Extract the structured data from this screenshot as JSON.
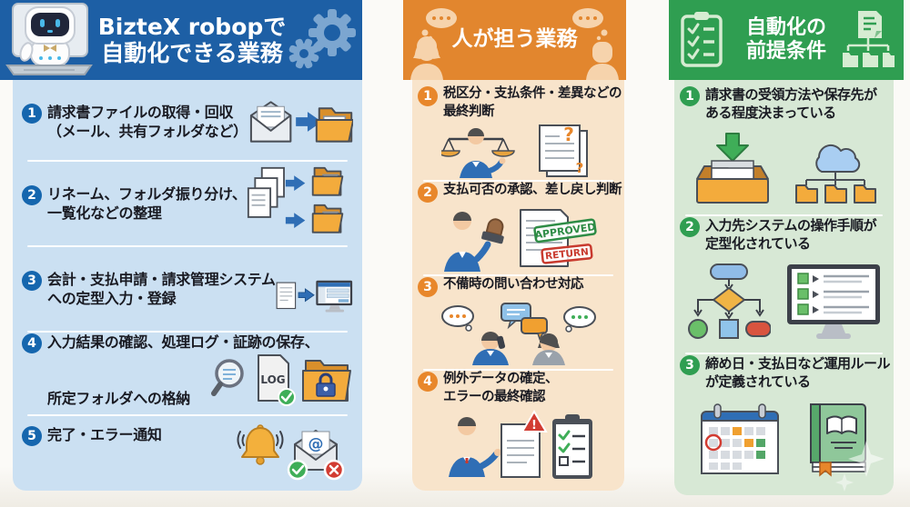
{
  "page": {
    "background": "#fbfaf7",
    "text_color": "#191a22"
  },
  "columns": [
    {
      "title_lines": [
        "BizteX robopで",
        "自動化できる業務"
      ],
      "accent": "#1d5fa5",
      "panel_bg": "#cbe0f2",
      "badge_bg": "#1566ae",
      "header_icons": [
        "robot-laptop-icon",
        "gears-icon"
      ],
      "items": [
        {
          "num": "1",
          "lines": [
            "請求書ファイルの取得・回収",
            "（メール、共有フォルダなど）"
          ],
          "icons": [
            "open-envelope-icon",
            "arrow-right-icon",
            "folder-icon"
          ]
        },
        {
          "num": "2",
          "lines": [
            "リネーム、フォルダ振り分け、",
            "一覧化などの整理"
          ],
          "icons": [
            "document-stack-icon",
            "arrow-right-icon",
            "folder-with-doc-icon"
          ]
        },
        {
          "num": "3",
          "lines": [
            "会計・支払申請・請求管理システム",
            "への定型入力・登録"
          ],
          "icons": [
            "document-icon",
            "arrow-right-icon",
            "system-form-monitor-icon"
          ]
        },
        {
          "num": "4",
          "lines": [
            "入力結果の確認、処理ログ・証跡の保存、",
            "所定フォルダへの格納"
          ],
          "icons": [
            "magnifier-icon",
            "log-file-icon",
            "locked-folder-icon"
          ],
          "log_label": "LOG"
        },
        {
          "num": "5",
          "lines": [
            "完了・エラー通知"
          ],
          "icons": [
            "bell-icon",
            "email-status-icon"
          ],
          "at_label": "@"
        }
      ]
    },
    {
      "title_lines": [
        "人が担う業務"
      ],
      "accent": "#e2862e",
      "panel_bg": "#f8e4cb",
      "badge_bg": "#e8872b",
      "header_icons": [
        "female-silhouette-icon",
        "male-silhouette-icon",
        "thought-bubble-icon"
      ],
      "items": [
        {
          "num": "1",
          "lines": [
            "税区分・支払条件・差異などの",
            "最終判断"
          ],
          "icons": [
            "scales-person-icon",
            "question-documents-icon"
          ],
          "question_marks": [
            "?",
            "?"
          ]
        },
        {
          "num": "2",
          "lines": [
            "支払可否の承認、差し戻し判断"
          ],
          "icons": [
            "stamp-person-icon",
            "stamped-document-icon"
          ],
          "stamp_labels": [
            "APPROVED",
            "RETURN"
          ]
        },
        {
          "num": "3",
          "lines": [
            "不備時の問い合わせ対応"
          ],
          "icons": [
            "speech-bubbles-icon",
            "phone-call-people-icon"
          ]
        },
        {
          "num": "4",
          "lines": [
            "例外データの確定、",
            "エラーの最終確認"
          ],
          "icons": [
            "pointing-person-icon",
            "error-document-icon",
            "checklist-clipboard-icon"
          ],
          "warning_label": "!"
        }
      ]
    },
    {
      "title_lines": [
        "自動化の",
        "前提条件"
      ],
      "accent": "#2f9e51",
      "panel_bg": "#d7e8d5",
      "badge_bg": "#2f9e51",
      "header_icons": [
        "checklist-clipboard-icon",
        "sitemap-icon"
      ],
      "items": [
        {
          "num": "1",
          "lines": [
            "請求書の受領方法や保存先が",
            "ある程度決まっている"
          ],
          "icons": [
            "inbox-tray-icon",
            "cloud-folders-icon"
          ]
        },
        {
          "num": "2",
          "lines": [
            "入力先システムの操作手順が",
            "定型化されている"
          ],
          "icons": [
            "flowchart-icon",
            "checklist-monitor-icon"
          ]
        },
        {
          "num": "3",
          "lines": [
            "締め日・支払日など運用ルール",
            "が定義されている"
          ],
          "icons": [
            "calendar-icon",
            "rulebook-icon"
          ]
        }
      ]
    }
  ]
}
